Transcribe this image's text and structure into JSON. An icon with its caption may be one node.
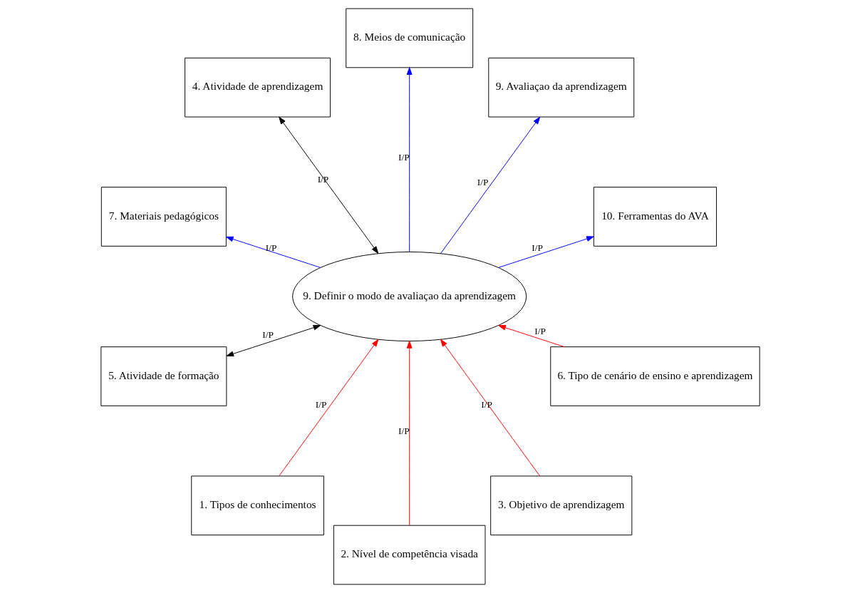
{
  "diagram": {
    "nodes": [
      {
        "text": [
          "10. Ferramentas do AVA"
        ]
      },
      {
        "text": [
          "1. Tipos de conhecimentos"
        ]
      },
      {
        "text": [
          "2. Nível de competência visada"
        ]
      },
      {
        "text": [
          "9. Avaliaçao da aprendizagem"
        ]
      },
      {
        "text": [
          "8. Meios de comunicação"
        ]
      },
      {
        "text": [
          "9. Definir o modo de avaliaçao da aprendizagem"
        ]
      },
      {
        "text": [
          "3. Objetivo de aprendizagem"
        ]
      },
      {
        "text": [
          "4. Atividade de aprendizagem"
        ]
      },
      {
        "text": [
          "7. Materiais pedagógicos"
        ]
      },
      {
        "text": [
          "5. Atividade de formação"
        ]
      },
      {
        "text": [
          "6. Tipo de cenário de ensino e aprendizagem"
        ]
      }
    ],
    "edges": [
      {
        "from": 5,
        "to": 0,
        "arrow": "to",
        "label": "I/P",
        "color": "#0000ff"
      },
      {
        "from": 1,
        "to": 5,
        "arrow": "to",
        "label": "I/P",
        "color": "#ff0000"
      },
      {
        "from": 2,
        "to": 5,
        "arrow": "to",
        "label": "I/P",
        "color": "#ff0000"
      },
      {
        "from": 5,
        "to": 3,
        "arrow": "to",
        "label": "I/P",
        "color": "#0000ff"
      },
      {
        "from": 5,
        "to": 4,
        "arrow": "to",
        "label": "I/P",
        "color": "#0000ff"
      },
      {
        "from": 6,
        "to": 5,
        "arrow": "to",
        "label": "I/P",
        "color": "#ff0000"
      },
      {
        "from": 5,
        "to": 7,
        "arrow": "both",
        "label": "I/P",
        "color": "#000000"
      },
      {
        "from": 5,
        "to": 8,
        "arrow": "to",
        "label": "I/P",
        "color": "#0000ff"
      },
      {
        "from": 5,
        "to": 9,
        "arrow": "both",
        "label": "I/P",
        "color": "#000000"
      },
      {
        "from": 10,
        "to": 5,
        "arrow": "to",
        "label": "I/P",
        "color": "#ff0000"
      }
    ]
  }
}
